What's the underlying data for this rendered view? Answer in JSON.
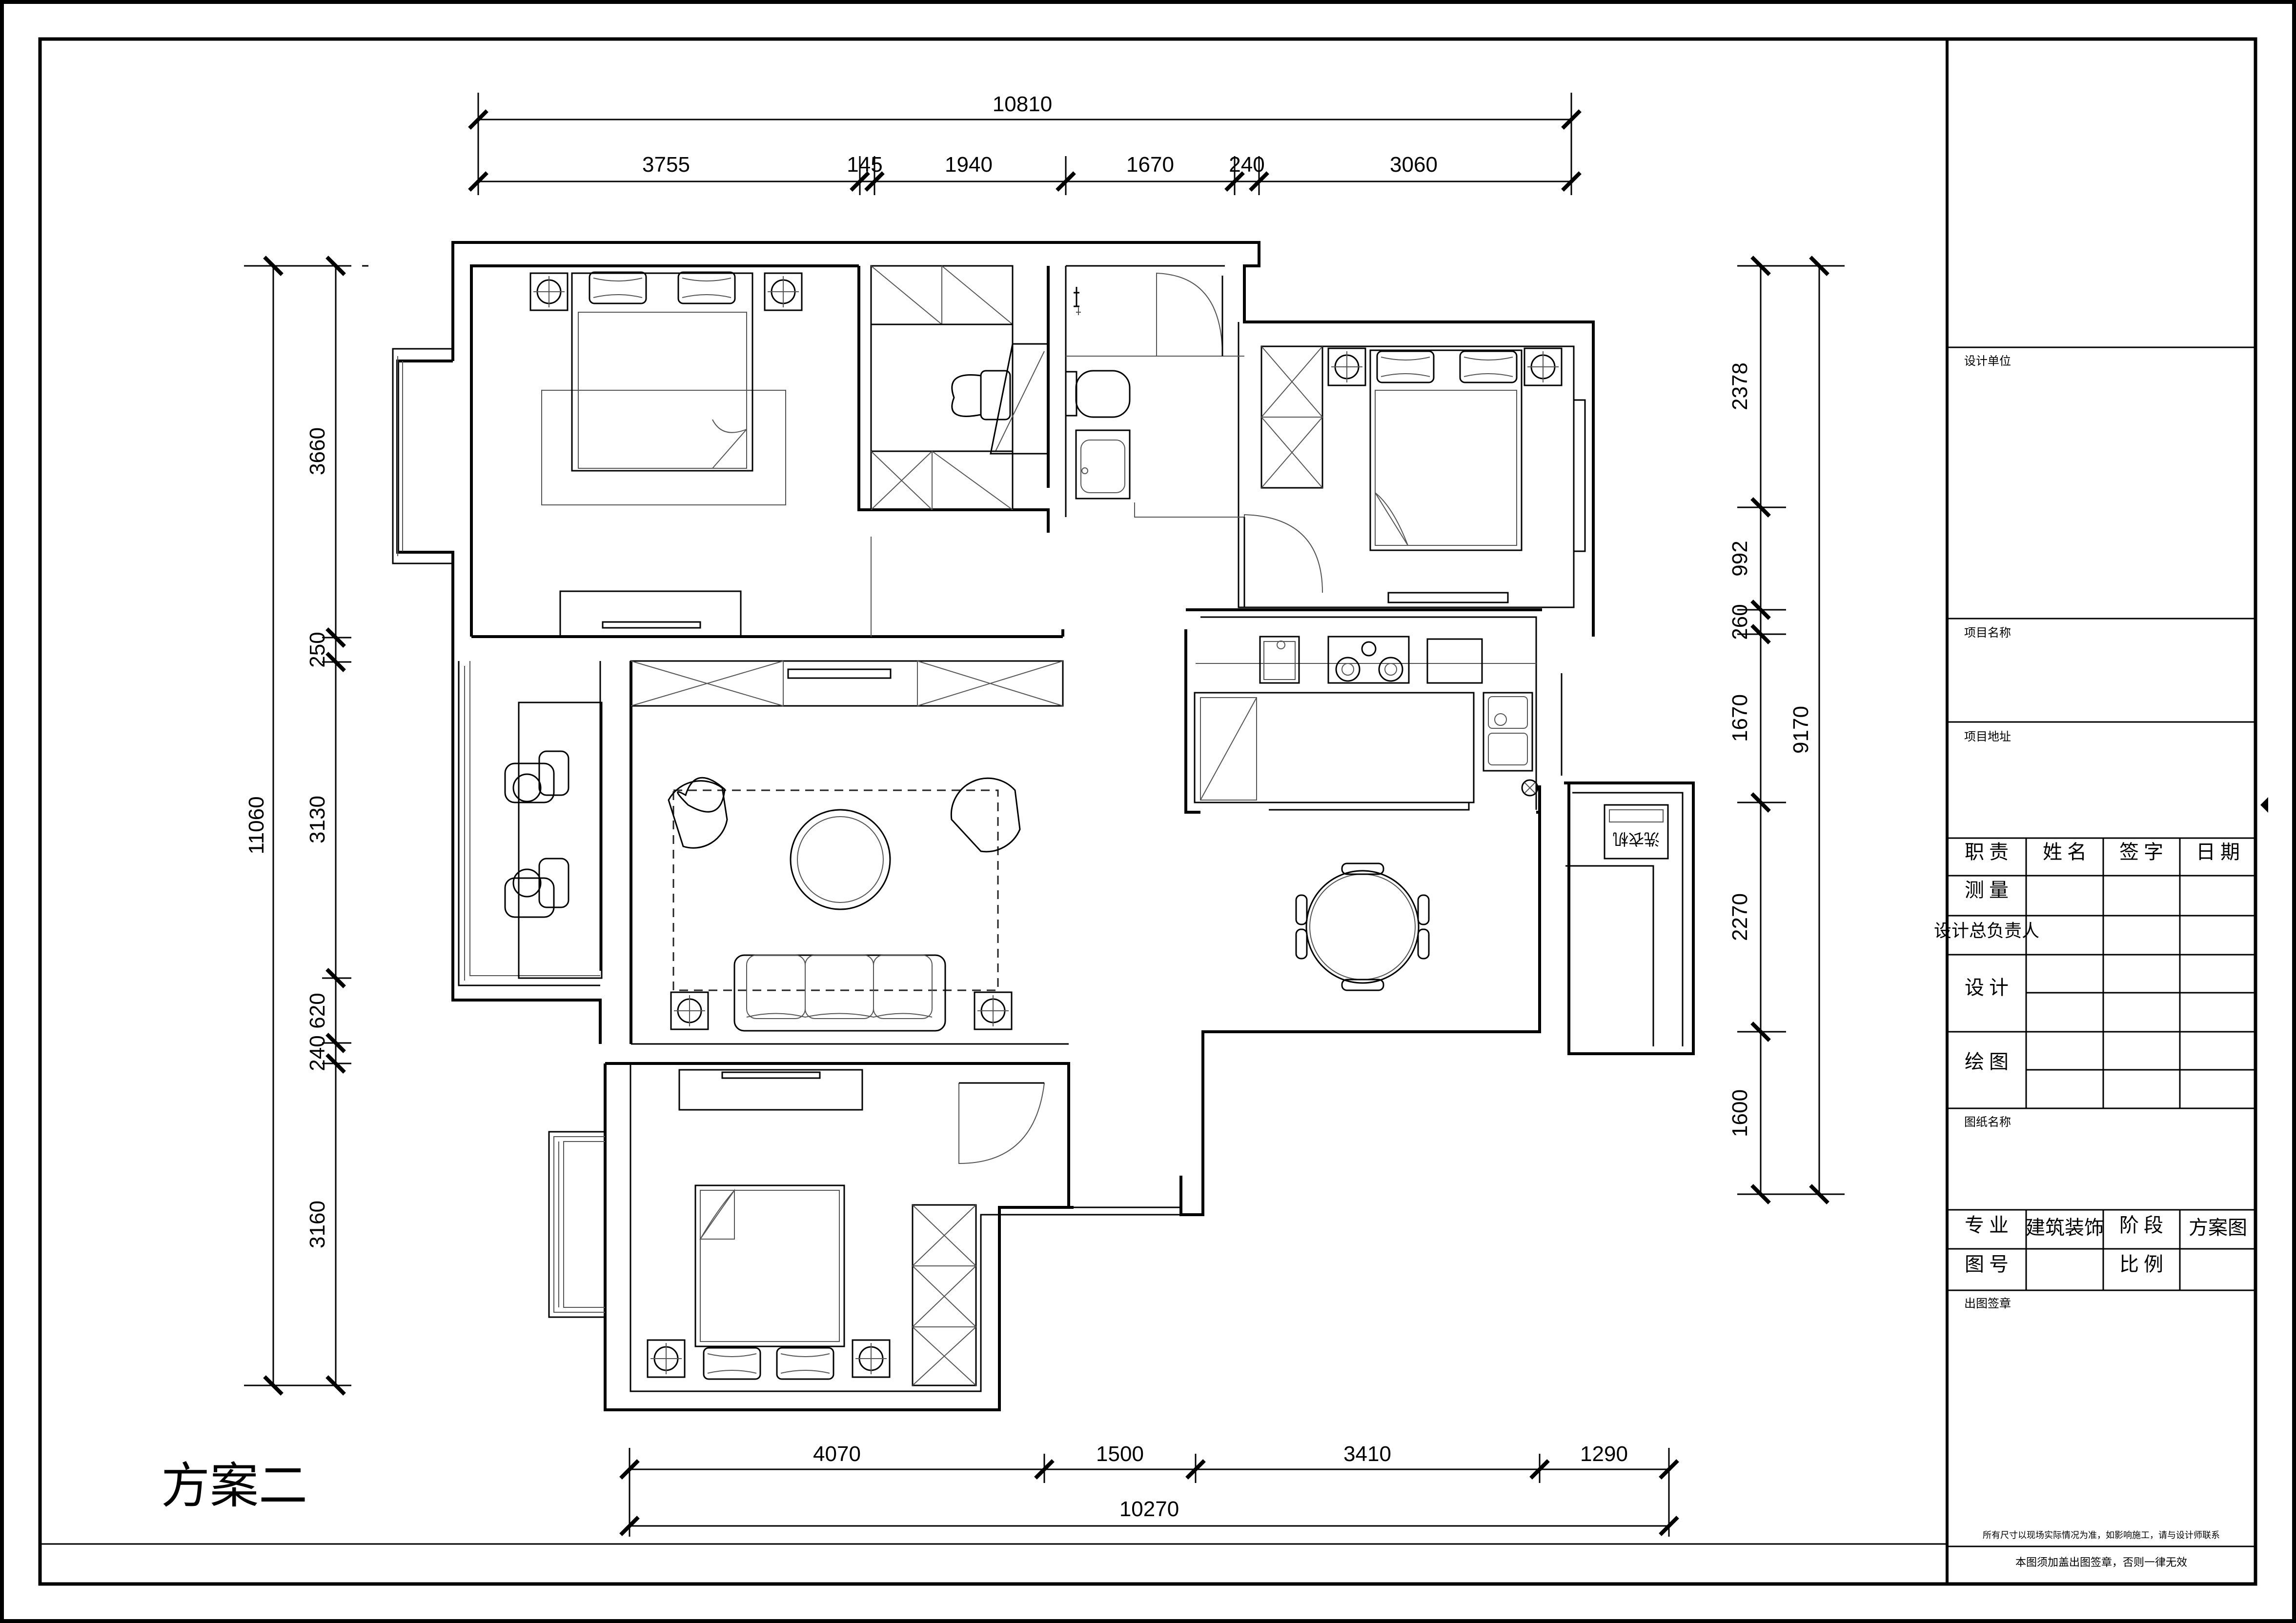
{
  "drawing": {
    "title": "方案二",
    "dims_top_total": "10810",
    "dims_top": [
      "3755",
      "145",
      "1940",
      "1670",
      "240",
      "3060"
    ],
    "dims_bottom": [
      "4070",
      "1500",
      "3410",
      "1290"
    ],
    "dims_bottom_total": "10270",
    "dims_left_total": "11060",
    "dims_left": [
      "3660",
      "250",
      "3130",
      "620",
      "240",
      "3160"
    ],
    "dims_right": [
      "2378",
      "992",
      "260",
      "1670",
      "2270",
      "1600"
    ],
    "dims_right_total": "9170",
    "washer_label": "洗衣机"
  },
  "title_block": {
    "design_unit": "设计单位",
    "project_name": "项目名称",
    "project_address": "项目地址",
    "header": [
      "职 责",
      "姓 名",
      "签 字",
      "日 期"
    ],
    "roles": [
      "测 量",
      "设计总负责人",
      "设 计",
      "绘 图"
    ],
    "drawing_name": "图纸名称",
    "specialty": "专 业",
    "specialty_value": "建筑装饰",
    "stage": "阶 段",
    "stage_value": "方案图",
    "drawing_no": "图 号",
    "scale": "比 例",
    "stamp": "出图签章",
    "note1": "所有尺寸以现场实际情况为准，如影响施工，请与设计师联系",
    "note2": "本图须加盖出图签章，否则一律无效"
  }
}
